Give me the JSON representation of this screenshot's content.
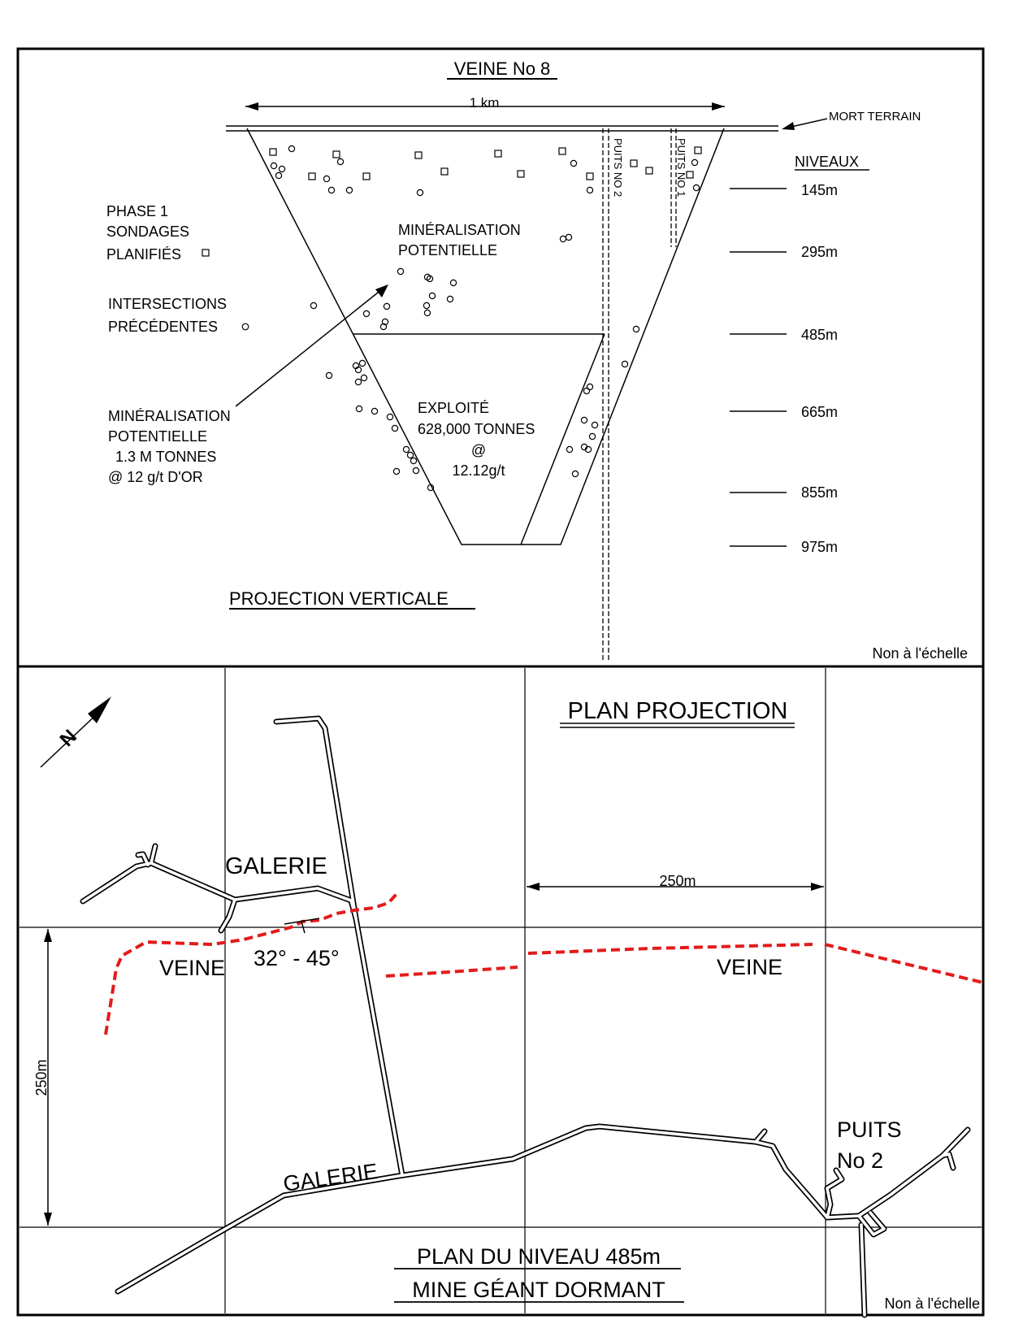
{
  "top": {
    "title": "VEINE No 8",
    "width_label": "1 km",
    "overburden_label": "MORT TERRAIN",
    "levels_title": "NIVEAUX",
    "levels": [
      "145m",
      "295m",
      "485m",
      "665m",
      "855m",
      "975m"
    ],
    "shaft2_label": "PUITS NO 2",
    "shaft1_label": "PUITS NO 1",
    "phase1": [
      "PHASE 1",
      "SONDAGES",
      "PLANIFIÉS"
    ],
    "intersections": [
      "INTERSECTIONS",
      "PRÉCÉDENTES"
    ],
    "potential_inside": [
      "MINÉRALISATION",
      "POTENTIELLE"
    ],
    "potential_outside": [
      "MINÉRALISATION",
      "POTENTIELLE",
      "1.3 M TONNES",
      "@ 12 g/t D'OR"
    ],
    "mined": [
      "EXPLOITÉ",
      "628,000 TONNES",
      "@",
      "12.12g/t"
    ],
    "section_label": "PROJECTION VERTICALE",
    "scale_note": "Non à l'échelle"
  },
  "bottom": {
    "title": "PLAN PROJECTION",
    "north_label": "N",
    "galerie_upper": "GALERIE",
    "galerie_lower": "GALERIE",
    "veine_left": "VEINE",
    "veine_right": "VEINE",
    "dip": "32° - 45°",
    "grid_h_label": "250m",
    "grid_v_label": "250m",
    "shaft": [
      "PUITS",
      "No 2"
    ],
    "plan_title": [
      "PLAN DU NIVEAU 485m",
      "MINE GÉANT DORMANT"
    ],
    "scale_note": "Non à l'échelle"
  },
  "colors": {
    "ink": "#000000",
    "vein": "#e31b1b",
    "paper": "#ffffff"
  }
}
